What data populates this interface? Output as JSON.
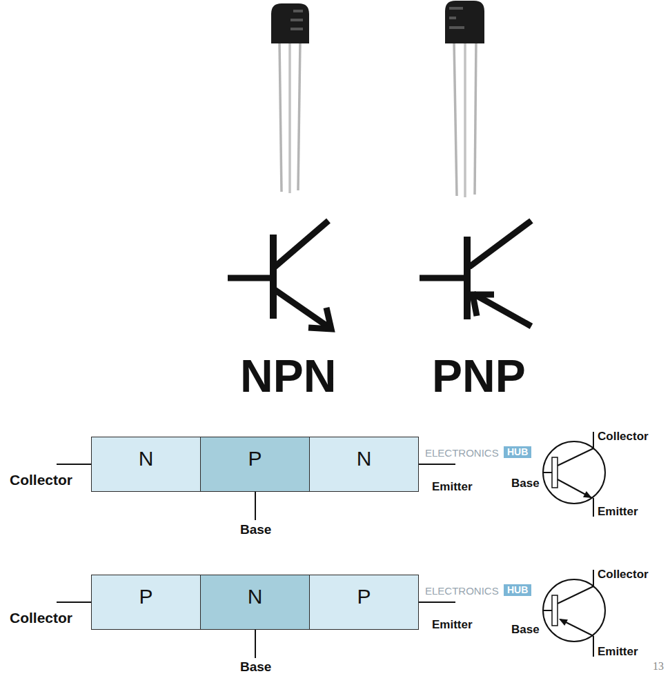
{
  "diagram": {
    "nodes": [
      {
        "text": [
          "N"
        ]
      },
      {
        "text": [
          "P"
        ]
      },
      {
        "text": [
          "N"
        ]
      },
      {
        "text": [
          "P"
        ]
      },
      {
        "text": [
          "N"
        ]
      },
      {
        "text": [
          "P"
        ]
      }
    ],
    "labels": [
      "NPN",
      "PNP",
      "Collector",
      "Emitter",
      "Base",
      "ELECTRONICS",
      "HUB",
      "Collector",
      "Base",
      "Emitter",
      "Collector",
      "Emitter",
      "Base",
      "ELECTRONICS",
      "HUB",
      "Collector",
      "Base",
      "Emitter",
      "13"
    ]
  }
}
